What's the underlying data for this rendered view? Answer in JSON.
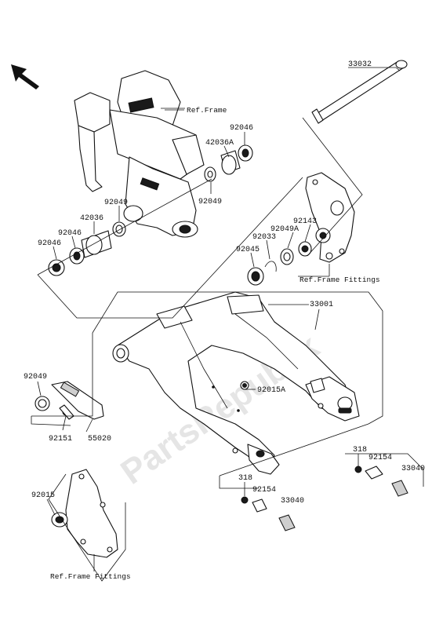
{
  "watermark": "PartsRepublik",
  "labels": {
    "p33032": "33032",
    "ref_frame_top": "Ref.Frame",
    "p92046_upper": "92046",
    "p42036A": "42036A",
    "p92049_right": "92049",
    "p92049_mid": "92049",
    "p42036": "42036",
    "p92046_mid": "92046",
    "p92046_left": "92046",
    "p92143": "92143",
    "p92049A": "92049A",
    "p92033": "92033",
    "p92045": "92045",
    "ref_frame_fittings_right": "Ref.Frame Fittings",
    "p33001": "33001",
    "p92049_lower": "92049",
    "p92015A": "92015A",
    "p92151": "92151",
    "p55020": "55020",
    "p318_right": "318",
    "p92154_right": "92154",
    "p33040_right": "33040",
    "p318_left": "318",
    "p92154_left": "92154",
    "p33040_left": "33040",
    "p92015": "92015",
    "ref_frame_fittings_bottom": "Ref.Frame Fittings"
  },
  "icons": {
    "direction_arrow": "arrow-up-left-icon"
  }
}
